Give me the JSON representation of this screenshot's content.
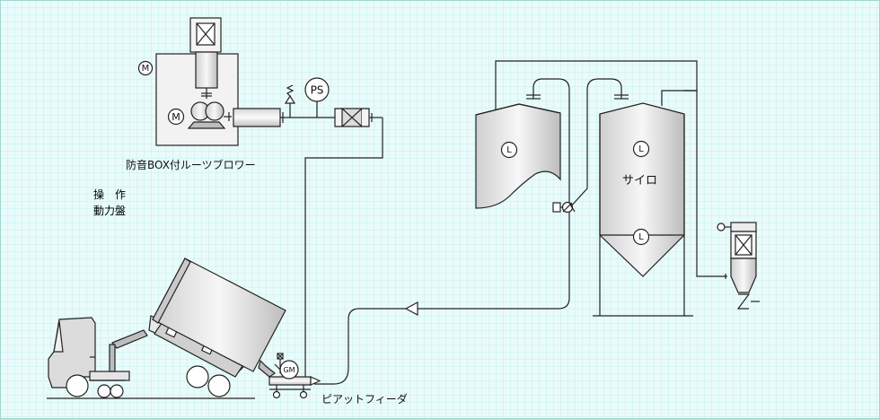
{
  "diagram": {
    "labels": {
      "blower": "防音BOX付ルーツブロワー",
      "panel_line1": "操　作",
      "panel_line2": "動力盤",
      "silo": "サイロ",
      "feeder": "ピアットフィーダ"
    },
    "symbols": {
      "motor": "M",
      "pressure_switch": "PS",
      "level_sensor": "L",
      "gear_motor": "GM"
    },
    "colors": {
      "background": "#e9fbfa",
      "grid": "#b8ece9",
      "stroke": "#222222",
      "fill_light": "#f2f2f2",
      "fill_gray": "#d6d6d6",
      "fill_dark": "#a8a8a8"
    }
  }
}
